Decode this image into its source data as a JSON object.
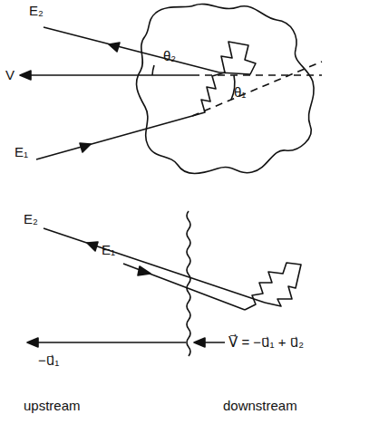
{
  "diagram": {
    "labels": [
      "E₂",
      "θ₂",
      "V",
      "θ₁",
      "E₁",
      "E₂",
      "E₁",
      "−u⃗₁",
      "V⃗ = −u⃗₁ + u⃗₂",
      "upstream",
      "downstream"
    ]
  }
}
